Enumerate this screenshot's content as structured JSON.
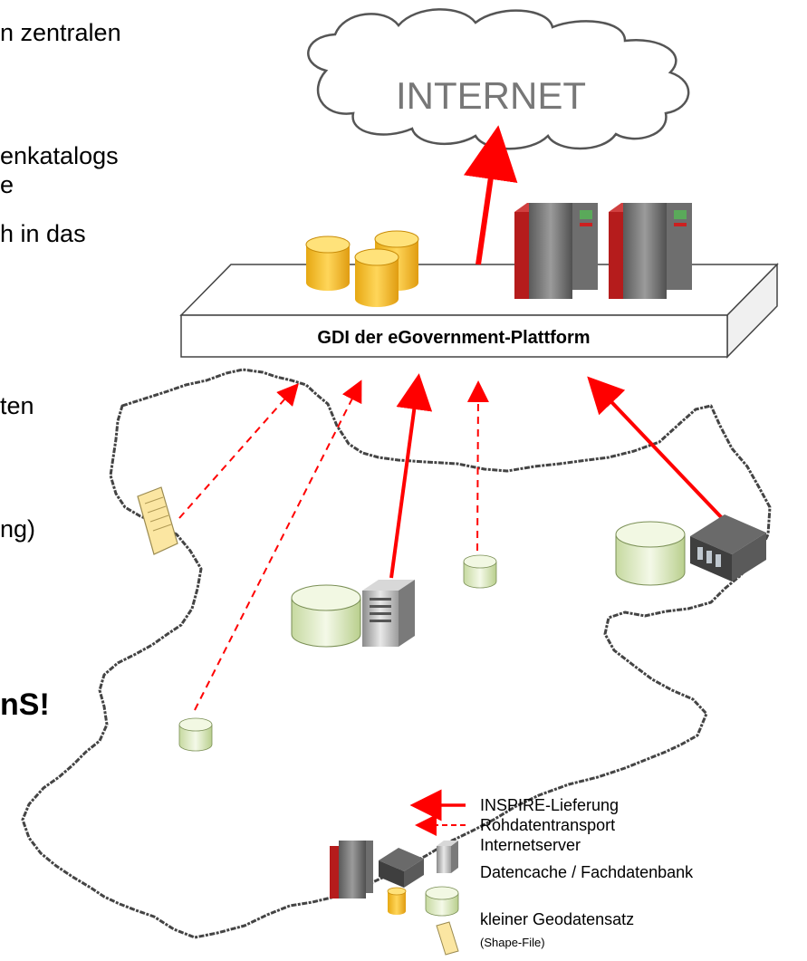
{
  "cloud": {
    "label": "INTERNET"
  },
  "platform": {
    "label": "GDI der eGovernment-Plattform"
  },
  "left_text": [
    "n zentralen",
    "enkatalogs",
    "e",
    "h in das",
    "ten",
    "ng)",
    "nS!"
  ],
  "legend": {
    "items": [
      "INSPIRE-Lieferung",
      "Rohdatentransport",
      "Internetserver",
      "Datencache / Fachdatenbank",
      "kleiner Geodatensatz"
    ],
    "note": "(Shape-File)"
  },
  "colors": {
    "arrow": "#ff0000",
    "db_green": "#e4f0cc",
    "db_yellow": "#f5c22a",
    "server_red": "#cc2a2a"
  }
}
